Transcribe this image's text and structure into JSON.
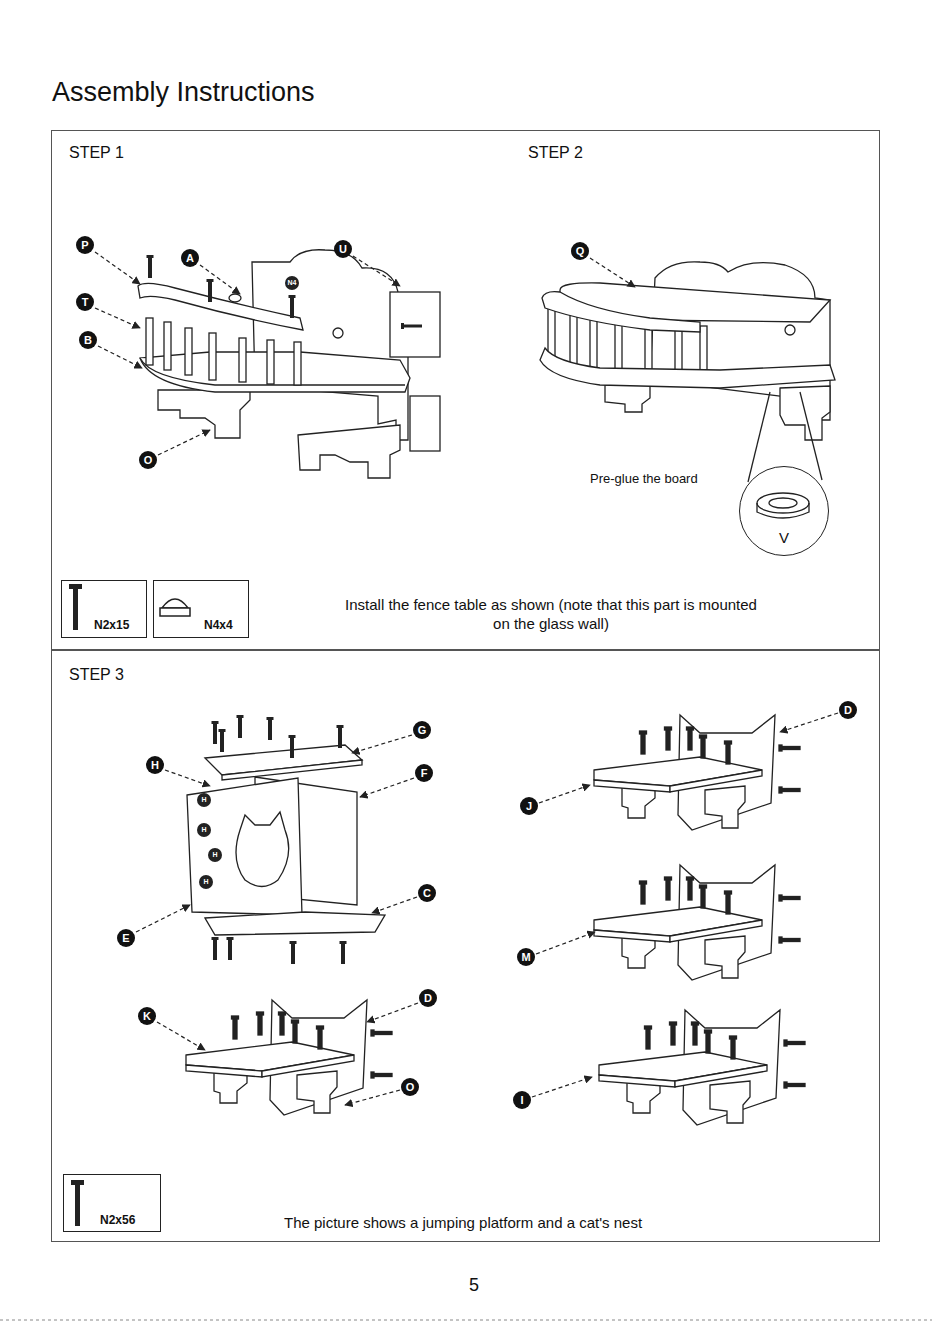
{
  "diagram": {
    "title": "Assembly Instructions",
    "nodes": [
      {
        "text": [
          "STEP 1",
          "STEP 2",
          "Install the fence table as shown (note that this part is mounted on the glass wall)"
        ]
      },
      {
        "text": [
          "V"
        ],
        "in": 0
      },
      {
        "text": [
          "N2x15"
        ],
        "in": 0
      },
      {
        "text": [
          "N4x4"
        ],
        "in": 0
      },
      {
        "text": [
          "STEP 3",
          "The picture shows a jumping platform and a cat's nest"
        ]
      },
      {
        "text": [
          "N2x56"
        ],
        "in": 4
      }
    ],
    "labels": [
      "P",
      "A",
      "U",
      "N4",
      "T",
      "B",
      "O",
      "Q",
      "Pre-glue the board",
      "G",
      "H",
      "F",
      "D",
      "J",
      "H",
      "H",
      "H",
      "H",
      "C",
      "E",
      "M",
      "K",
      "D",
      "O",
      "I",
      "5"
    ]
  }
}
